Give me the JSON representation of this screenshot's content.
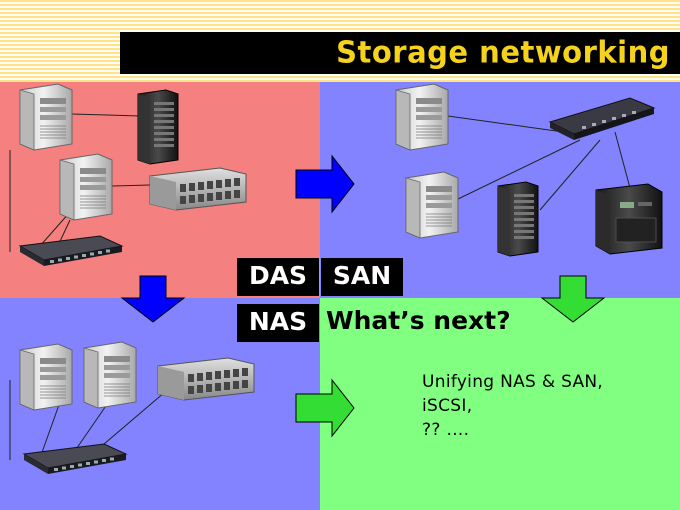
{
  "title": "Storage networking",
  "labels": {
    "das": "DAS",
    "san": "SAN",
    "nas": "NAS",
    "whats_next": "What’s next?"
  },
  "future_items": [
    "Unifying NAS & SAN,",
    "iSCSI,",
    "?? …."
  ],
  "colors": {
    "das_quadrant": "#f48080",
    "san_quadrant": "#8383ff",
    "nas_quadrant": "#8383ff",
    "next_quadrant": "#80ff80",
    "arrow_blue": "#0000ff",
    "arrow_green": "#33dd33",
    "title_text": "#f5d31c"
  },
  "icons": [
    "server-tower-icon",
    "rack-server-icon",
    "disk-array-icon",
    "network-switch-icon",
    "tape-library-icon",
    "arrow-right-icon",
    "arrow-down-icon"
  ]
}
